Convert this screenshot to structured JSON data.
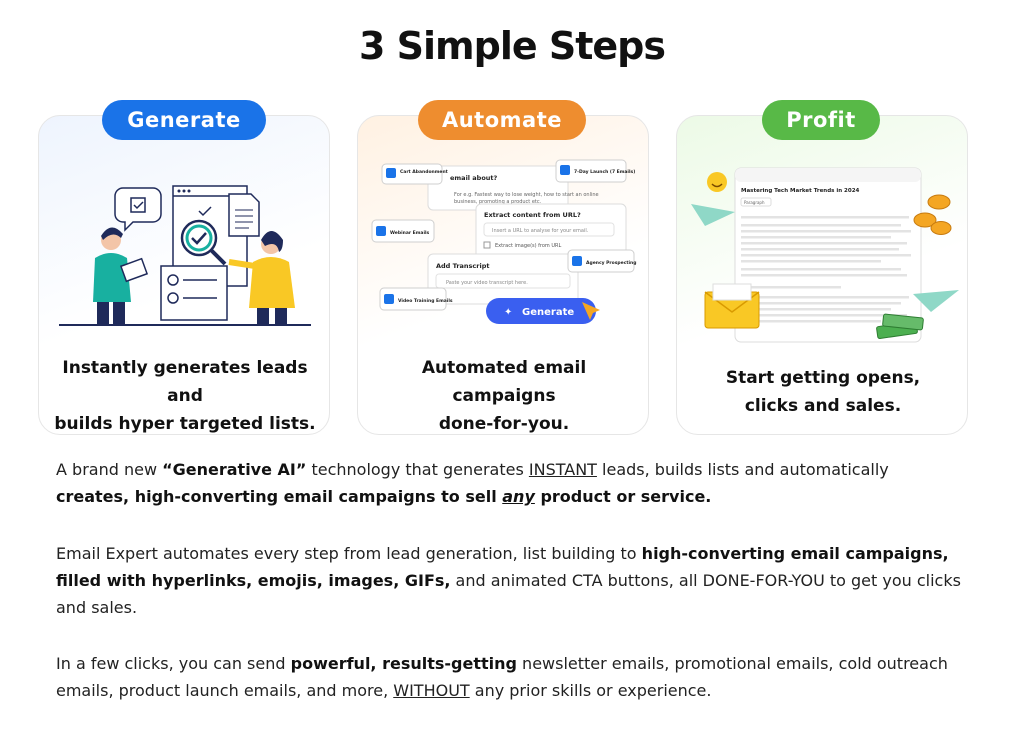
{
  "title": "3 Simple Steps",
  "colors": {
    "generate": "#1a73e8",
    "automate": "#ee8d2f",
    "profit": "#58b947"
  },
  "steps": [
    {
      "label": "Generate",
      "caption_line1": "Instantly generates leads and",
      "caption_line2": "builds hyper targeted lists."
    },
    {
      "label": "Automate",
      "caption_line1": "Automated email campaigns",
      "caption_line2": "done-for-you."
    },
    {
      "label": "Profit",
      "caption_line1": "Start getting opens,",
      "caption_line2": "clicks and sales."
    }
  ],
  "automate_ui": {
    "email_about": "email about?",
    "email_hint": "For e.g. Fastest way to lose weight, how to start an online business, promoting a product etc.",
    "extract_title": "Extract content from URL?",
    "extract_placeholder": "Insert a URL to analyse for your email.",
    "extract_images": "Extract image(s) from URL",
    "transcript_title": "Add Transcript",
    "transcript_placeholder": "Paste your video transcript here.",
    "generate_button": "Generate",
    "tags": [
      "Cart Abandonment",
      "7-Day Launch (7 Emails)",
      "Webinar Emails",
      "Agency Prospecting",
      "Video Training Emails"
    ]
  },
  "profit_ui": {
    "doc_title": "Mastering Tech Market Trends in 2024",
    "paragraph_label": "Paragraph"
  },
  "paragraphs": {
    "p1": {
      "a": "A brand new ",
      "b": "“Generative AI”",
      "c": " technology that generates ",
      "d": "INSTANT",
      "e": " leads, builds lists and automatically",
      "f": "creates, high-converting email campaigns to sell ",
      "g": "any",
      "h": " product or service."
    },
    "p2": {
      "a": "Email Expert automates every step from lead generation, list building to ",
      "b": "high-converting email campaigns,",
      "c": "filled with hyperlinks, emojis, images, GIFs,",
      "d": " and animated CTA buttons, all DONE-FOR-YOU to get you clicks",
      "e": "and sales."
    },
    "p3": {
      "a": "In a few clicks, you can send ",
      "b": "powerful, results-getting",
      "c": " newsletter emails, promotional emails, cold outreach",
      "d": "emails, product launch emails, and more, ",
      "e": "WITHOUT",
      "f": " any prior skills or experience."
    }
  }
}
